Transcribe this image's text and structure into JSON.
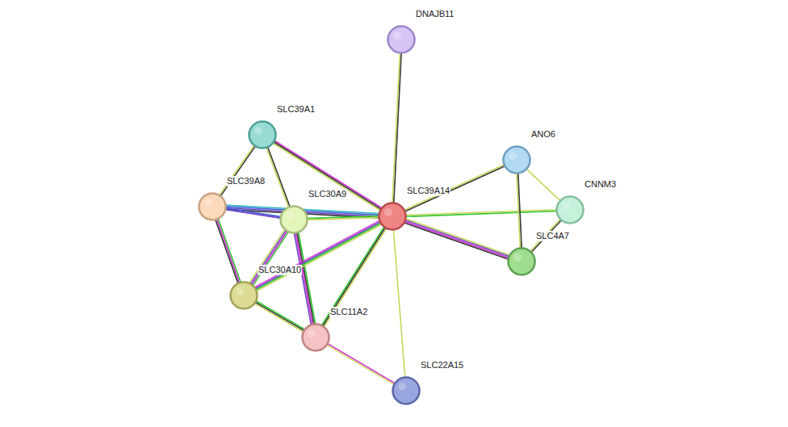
{
  "diagram": {
    "nodes": [
      {
        "text": [
          "DNAJB11"
        ]
      },
      {
        "text": [
          "SLC39A1"
        ]
      },
      {
        "text": [
          "ANO6"
        ]
      },
      {
        "text": [
          "SLC39A8"
        ]
      },
      {
        "text": [
          "SLC30A9"
        ]
      },
      {
        "text": [
          "SLC39A14"
        ]
      },
      {
        "text": [
          "CNNM3"
        ]
      },
      {
        "text": [
          "SLC4A7"
        ]
      },
      {
        "text": [
          "SLC30A10"
        ]
      },
      {
        "text": [
          "SLC11A2"
        ]
      },
      {
        "text": [
          "SLC22A15"
        ]
      }
    ],
    "edges": [
      {
        "from": 0,
        "to": 5,
        "arrow": "none"
      },
      {
        "from": 1,
        "to": 5,
        "arrow": "none"
      },
      {
        "from": 1,
        "to": 3,
        "arrow": "none"
      },
      {
        "from": 1,
        "to": 4,
        "arrow": "none"
      },
      {
        "from": 3,
        "to": 5,
        "arrow": "none"
      },
      {
        "from": 3,
        "to": 4,
        "arrow": "none"
      },
      {
        "from": 4,
        "to": 5,
        "arrow": "none"
      },
      {
        "from": 3,
        "to": 8,
        "arrow": "none"
      },
      {
        "from": 4,
        "to": 8,
        "arrow": "none"
      },
      {
        "from": 4,
        "to": 9,
        "arrow": "none"
      },
      {
        "from": 8,
        "to": 5,
        "arrow": "none"
      },
      {
        "from": 8,
        "to": 9,
        "arrow": "none"
      },
      {
        "from": 9,
        "to": 5,
        "arrow": "none"
      },
      {
        "from": 9,
        "to": 10,
        "arrow": "none"
      },
      {
        "from": 10,
        "to": 5,
        "arrow": "none"
      },
      {
        "from": 2,
        "to": 5,
        "arrow": "none"
      },
      {
        "from": 6,
        "to": 5,
        "arrow": "none"
      },
      {
        "from": 7,
        "to": 5,
        "arrow": "none"
      },
      {
        "from": 2,
        "to": 6,
        "arrow": "none"
      },
      {
        "from": 2,
        "to": 7,
        "arrow": "none"
      },
      {
        "from": 6,
        "to": 7,
        "arrow": "none"
      }
    ]
  }
}
